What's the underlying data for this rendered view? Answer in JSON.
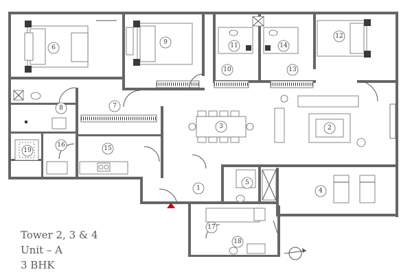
{
  "caption": {
    "tower": "Tower 2, 3 & 4",
    "unit": "Unit – A",
    "type": "3 BHK"
  },
  "rooms": [
    "1",
    "2",
    "3",
    "4",
    "5",
    "6",
    "7",
    "8",
    "9",
    "10",
    "11",
    "12",
    "13",
    "14",
    "15",
    "16",
    "17",
    "18",
    "19"
  ],
  "colors": {
    "wall": "#666666",
    "entrance_marker": "#cc0000",
    "text": "#5a5a5a"
  },
  "icons": {
    "north": "north-arrow-icon",
    "entrance": "entrance-triangle-icon"
  }
}
